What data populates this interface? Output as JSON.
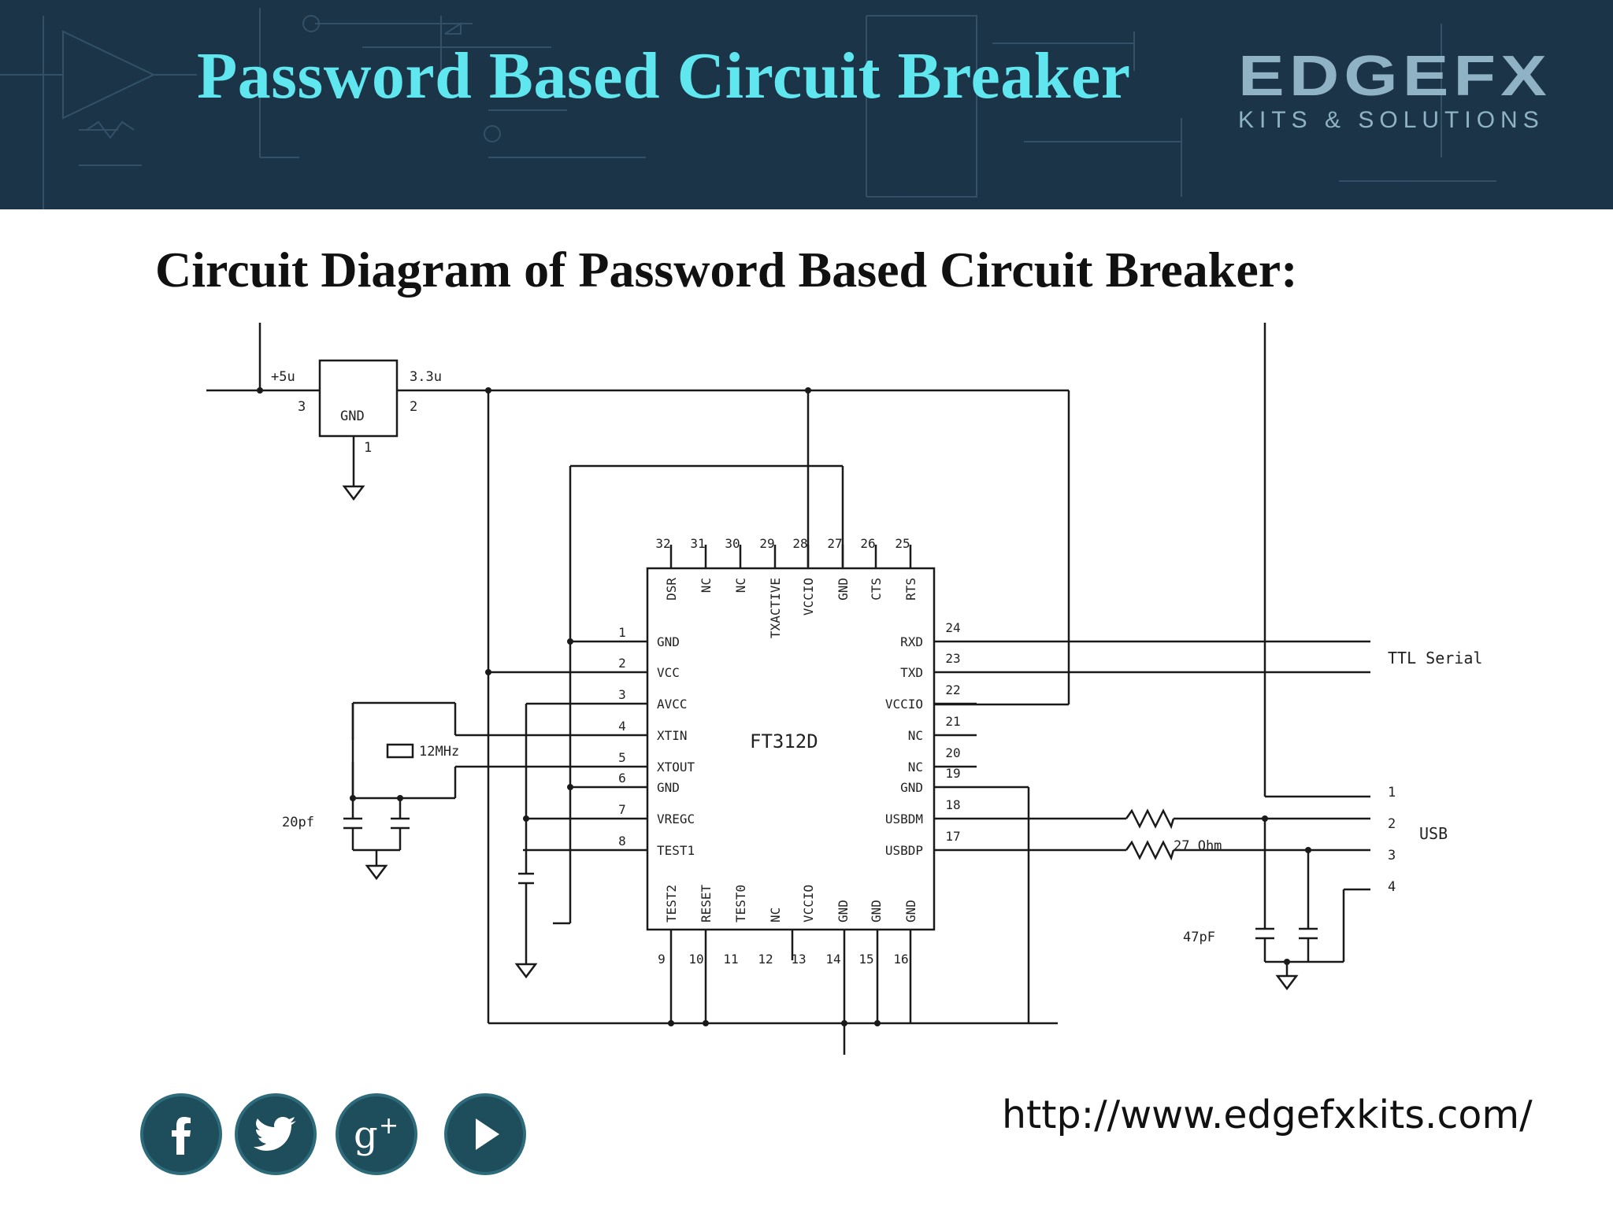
{
  "header": {
    "title": "Password Based Circuit Breaker",
    "logo": {
      "wordmark": "EDGEFX",
      "tagline": "KITS & SOLUTIONS"
    }
  },
  "subtitle": "Circuit Diagram of Password Based Circuit Breaker:",
  "diagram": {
    "ic_name": "FT312D",
    "regulator": {
      "in_label": "+5u",
      "out_label": "3.3u",
      "gnd_label": "GND",
      "pin_in": "3",
      "pin_out": "2",
      "pin_gnd": "1"
    },
    "top_pins": [
      {
        "num": "32",
        "name": "DSR"
      },
      {
        "num": "31",
        "name": "NC"
      },
      {
        "num": "30",
        "name": "NC"
      },
      {
        "num": "29",
        "name": "TXACTIVE"
      },
      {
        "num": "28",
        "name": "VCCIO"
      },
      {
        "num": "27",
        "name": "GND"
      },
      {
        "num": "26",
        "name": "CTS"
      },
      {
        "num": "25",
        "name": "RTS"
      }
    ],
    "left_pins": [
      {
        "num": "1",
        "name": "GND"
      },
      {
        "num": "2",
        "name": "VCC"
      },
      {
        "num": "3",
        "name": "AVCC"
      },
      {
        "num": "4",
        "name": "XTIN"
      },
      {
        "num": "5",
        "name": "XTOUT"
      },
      {
        "num": "6",
        "name": "GND"
      },
      {
        "num": "7",
        "name": "VREGC"
      },
      {
        "num": "8",
        "name": "TEST1"
      }
    ],
    "right_pins": [
      {
        "num": "24",
        "name": "RXD"
      },
      {
        "num": "23",
        "name": "TXD"
      },
      {
        "num": "22",
        "name": "VCCIO"
      },
      {
        "num": "21",
        "name": "NC"
      },
      {
        "num": "20",
        "name": "NC"
      },
      {
        "num": "19",
        "name": "GND"
      },
      {
        "num": "18",
        "name": "USBDM"
      },
      {
        "num": "17",
        "name": "USBDP"
      }
    ],
    "bottom_pins": [
      {
        "num": "9",
        "name": "TEST2"
      },
      {
        "num": "10",
        "name": "RESET"
      },
      {
        "num": "11",
        "name": "TEST0"
      },
      {
        "num": "12",
        "name": "NC"
      },
      {
        "num": "13",
        "name": "VCCIO"
      },
      {
        "num": "14",
        "name": "GND"
      },
      {
        "num": "15",
        "name": "GND"
      },
      {
        "num": "16",
        "name": "GND"
      }
    ],
    "crystal_label": "12MHz",
    "crystal_cap_label": "20pf",
    "usb_cap_label": "47pF",
    "resistor_label": "27 Ohm",
    "ttl_label": "TTL Serial",
    "usb_label": "USB",
    "usb_pins": [
      "1",
      "2",
      "3",
      "4"
    ]
  },
  "footer": {
    "social": [
      {
        "name": "facebook",
        "icon": "facebook-icon"
      },
      {
        "name": "twitter",
        "icon": "twitter-icon"
      },
      {
        "name": "google-plus",
        "icon": "google-plus-icon"
      },
      {
        "name": "youtube",
        "icon": "play-icon"
      }
    ],
    "url": "http://www.edgefxkits.com/"
  },
  "colors": {
    "banner_bg": "#1b3447",
    "title": "#5fe6ee",
    "logo": "#8fb3c4",
    "icon_bg": "#1e4d5c"
  }
}
